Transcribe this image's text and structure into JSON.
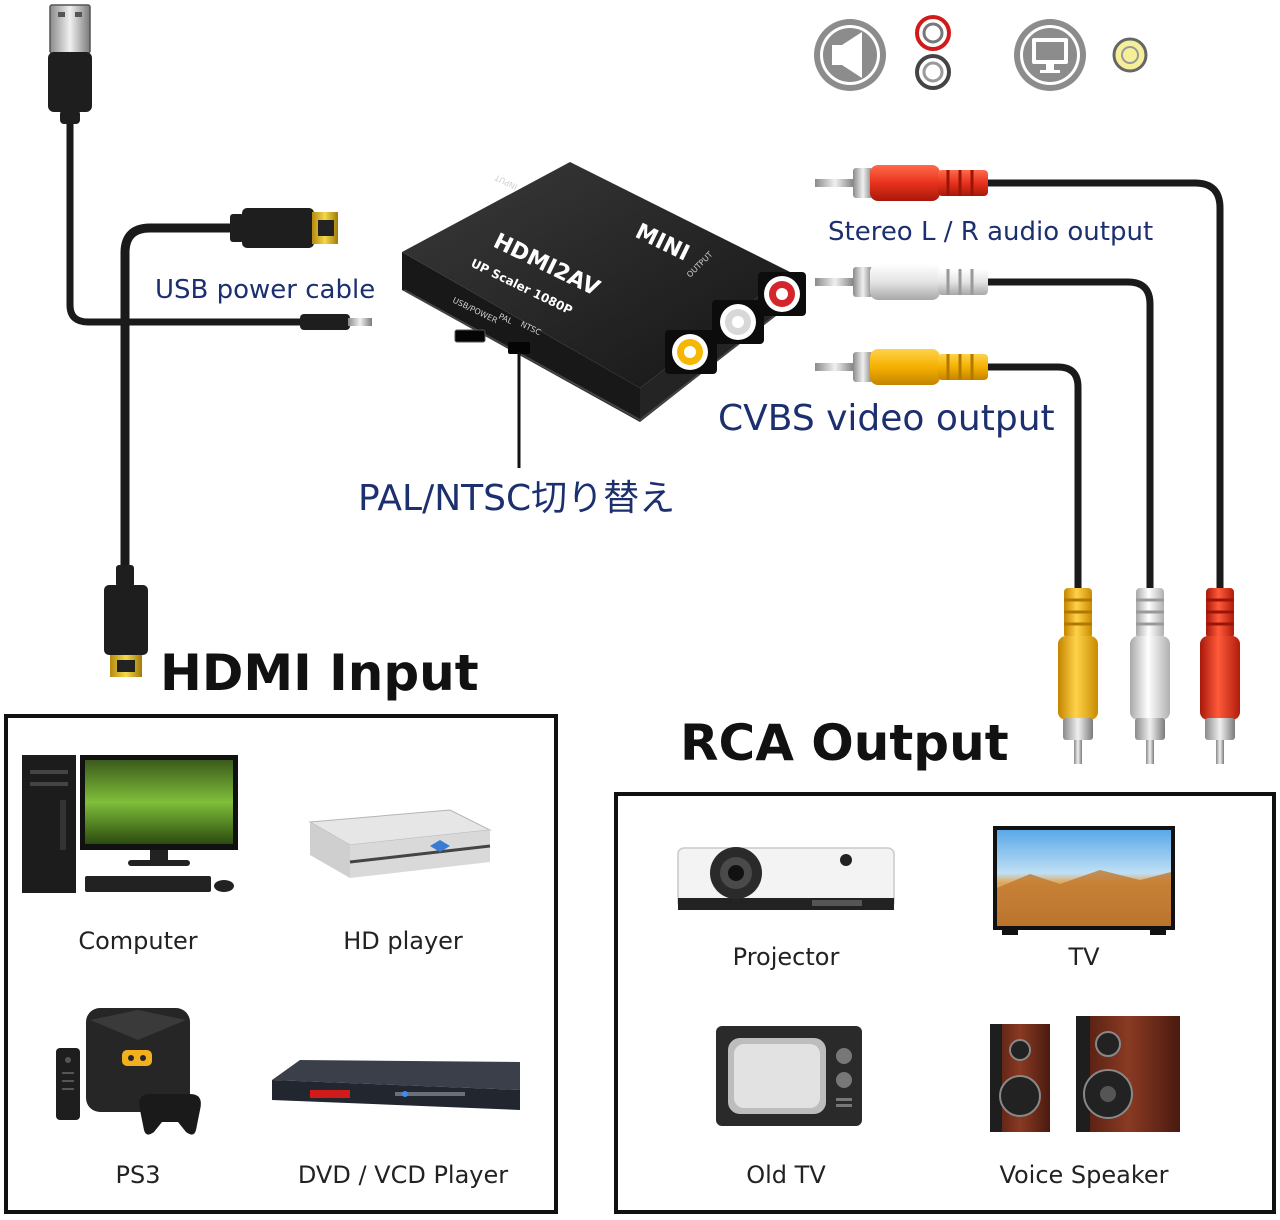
{
  "converter": {
    "brand": "MINI",
    "model": "HDMI2AV",
    "subtitle": "UP Scaler 1080P",
    "input_port": "INPUT",
    "output_port": "OUTPUT",
    "usb_port": "USB/POWER",
    "switch_pal": "PAL",
    "switch_ntsc": "NTSC"
  },
  "labels": {
    "usb_power_cable": "USB power cable",
    "stereo_audio": "Stereo L / R audio output",
    "cvbs_video": "CVBS video output",
    "pal_ntsc_switch": "PAL/NTSC切り替え",
    "hdmi_input": "HDMI Input",
    "rca_output": "RCA Output"
  },
  "hdmi_input_devices": [
    {
      "name": "Computer"
    },
    {
      "name": "HD player"
    },
    {
      "name": "PS3"
    },
    {
      "name": "DVD / VCD Player"
    }
  ],
  "rca_output_devices": [
    {
      "name": "Projector"
    },
    {
      "name": "TV"
    },
    {
      "name": "Old TV"
    },
    {
      "name": "Voice Speaker"
    }
  ],
  "colors": {
    "label_blue": "#1c2f6e",
    "rca_red": "#e8321e",
    "rca_white": "#e6e6e6",
    "rca_yellow": "#f5b700",
    "cable_black": "#1a1a1a",
    "hdmi_gold": "#e8c020"
  },
  "icons": {
    "audio": "speaker-icon",
    "video": "monitor-icon"
  }
}
